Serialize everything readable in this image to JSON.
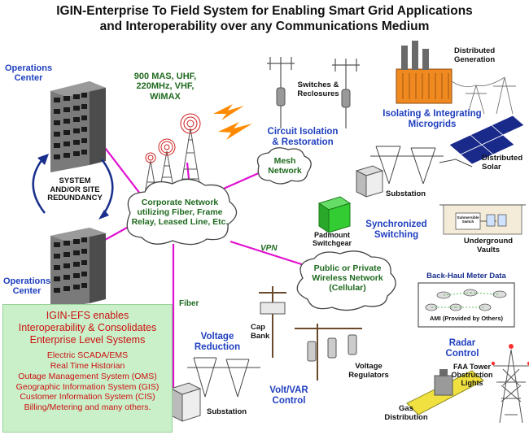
{
  "title": {
    "line1": "IGIN-Enterprise To Field System for Enabling Smart Grid Applications",
    "line2": "and Interoperability over any Communications Medium"
  },
  "operations_center": {
    "top_label": "Operations\nCenter",
    "bottom_label": "Operations\nCenter"
  },
  "redundancy": "SYSTEM\nAND/OR SITE\nREDUNDANCY",
  "radio_label": "900 MAS, UHF,\n220MHz, VHF,\nWiMAX",
  "corporate_network": "Corporate Network\nutilizing Fiber, Frame\nRelay, Leased Line, Etc.",
  "mesh_network": "Mesh\nNetwork",
  "wireless_network": "Public or Private\nWireless Network\n(Cellular)",
  "vpn": "VPN",
  "fiber": "Fiber",
  "switches": "Switches &\nReclosures",
  "circuit_isolation": "Circuit Isolation\n& Restoration",
  "distributed_generation": "Distributed\nGeneration",
  "microgrids": "Isolating & Integrating\nMicrogrids",
  "distributed_solar": "Distributed\nSolar",
  "substation_top": "Substation",
  "padmount": "Padmount\nSwitchgear",
  "synchronized": "Synchronized\nSwitching",
  "underground": "Underground\nVaults",
  "submersible": "Submersible\nSwitch",
  "backhaul": "Back-Haul Meter Data",
  "ami": "AMI (Provided by Others)",
  "cap_bank": "Cap\nBank",
  "voltage_reduction": "Voltage\nReduction",
  "substation_bottom": "Substation",
  "voltvar": "Volt/VAR\nControl",
  "voltage_regulators": "Voltage\nRegulators",
  "gas_distribution": "Gas\nDistribution",
  "radar_control": "Radar\nControl",
  "faa": "FAA Tower\nObstruction\nLights",
  "efs_box": {
    "heading": "IGIN-EFS enables\nInteroperability & Consolidates\nEnterprise Level Systems",
    "items": [
      "Electric SCADA/EMS",
      "Real Time Historian",
      "Outage Management System (OMS)",
      "Geographic Information System (GIS)",
      "Customer Information System (CIS)",
      "Billing/Metering and many others."
    ]
  },
  "colors": {
    "link": "#e010d0",
    "label_blue": "#1f3fbf",
    "label_green": "#1f6a1f",
    "heading_red": "#cc1111",
    "efs_bg": "#c9f0c9",
    "building": "#6a6a6a",
    "solar": "#1a2a8a",
    "generator": "#f08a20",
    "padmount": "#33cc33"
  },
  "icons": [
    "building-icon",
    "radio-tower-icon",
    "lightning-icon",
    "cloud-icon",
    "utility-pole-icon",
    "substation-icon",
    "solar-panel-icon",
    "generator-icon",
    "switchgear-icon",
    "vault-icon",
    "meter-icon",
    "gas-pipe-icon",
    "transmission-tower-icon"
  ]
}
